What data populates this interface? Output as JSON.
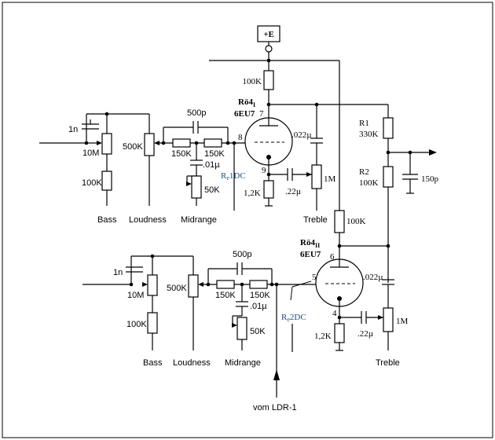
{
  "supply": {
    "label": "+E"
  },
  "stage1": {
    "tube_name": "Rö4",
    "tube_sub": "I",
    "tube_type": "6EU7",
    "pin_plate": "7",
    "pin_grid": "8",
    "pin_cathode": "9",
    "plate_resistor": "100K",
    "cathode_resistor": "1,2K",
    "cathode_cap": ".22µ",
    "coupling_cap": ".022µ",
    "treble_pot": "1M",
    "treble_label": "Treble",
    "bass_cap": "1n",
    "bass_pot": "10M",
    "bass_res": "100K",
    "bass_label": "Bass",
    "loudness_pot": "500K",
    "loudness_label": "Loudness",
    "mid_cap_top": "500p",
    "mid_res_left": "150K",
    "mid_res_right": "150K",
    "mid_cap_bottom": ".01µ",
    "mid_pot": "50K",
    "mid_label": "Midrange",
    "ldr": "R",
    "ldr_sub": "e",
    "ldr_suffix": "1DC"
  },
  "stage2": {
    "tube_name": "Rö4",
    "tube_sub": "II",
    "tube_type": "6EU7",
    "pin_plate": "6",
    "pin_grid": "5",
    "pin_cathode": "4",
    "plate_resistor": "100K",
    "cathode_resistor": "1,2K",
    "cathode_cap": ".22µ",
    "coupling_cap": ".022µ",
    "treble_pot": "1M",
    "treble_label": "Treble",
    "bass_cap": "1n",
    "bass_pot": "10M",
    "bass_res": "100K",
    "bass_label": "Bass",
    "loudness_pot": "500K",
    "loudness_label": "Loudness",
    "mid_cap_top": "500p",
    "mid_res_left": "150K",
    "mid_res_right": "150K",
    "mid_cap_bottom": ".01µ",
    "mid_pot": "50K",
    "mid_label": "Midrange",
    "ldr": "R",
    "ldr_sub": "e",
    "ldr_suffix": "2DC"
  },
  "output": {
    "r1_name": "R1",
    "r1_value": "330K",
    "r2_name": "R2",
    "r2_value": "100K",
    "cap": "150p"
  },
  "ldr_input": "vom LDR-1"
}
